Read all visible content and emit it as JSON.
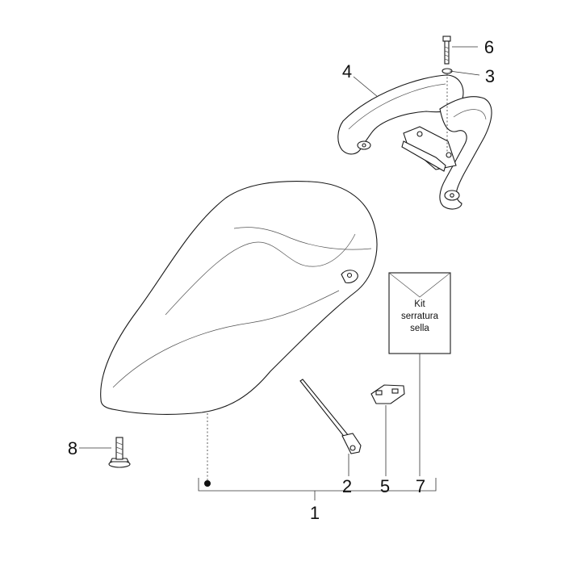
{
  "callouts": {
    "c1": "1",
    "c2": "2",
    "c3": "3",
    "c4": "4",
    "c5": "5",
    "c6": "6",
    "c7": "7",
    "c8": "8"
  },
  "kit": {
    "line1": "Kit",
    "line2": "serratura",
    "line3": "sella"
  }
}
